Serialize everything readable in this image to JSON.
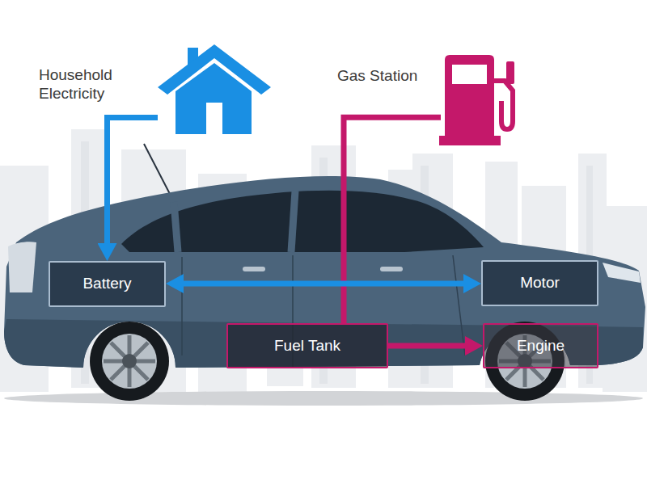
{
  "diagram": {
    "nodes": [
      {
        "text": [
          "Household Electricity"
        ]
      },
      {
        "text": [
          "Gas Station"
        ]
      },
      {
        "text": [
          "Battery"
        ]
      },
      {
        "text": [
          "Motor"
        ]
      },
      {
        "text": [
          "Fuel Tank"
        ]
      },
      {
        "text": [
          "Engine"
        ]
      }
    ],
    "edges": [
      {
        "from": 0,
        "to": 2,
        "arrow": "to"
      },
      {
        "from": 1,
        "to": 4,
        "arrow": "none"
      },
      {
        "from": 2,
        "to": 3,
        "arrow": "both"
      },
      {
        "from": 4,
        "to": 5,
        "arrow": "to"
      }
    ]
  }
}
